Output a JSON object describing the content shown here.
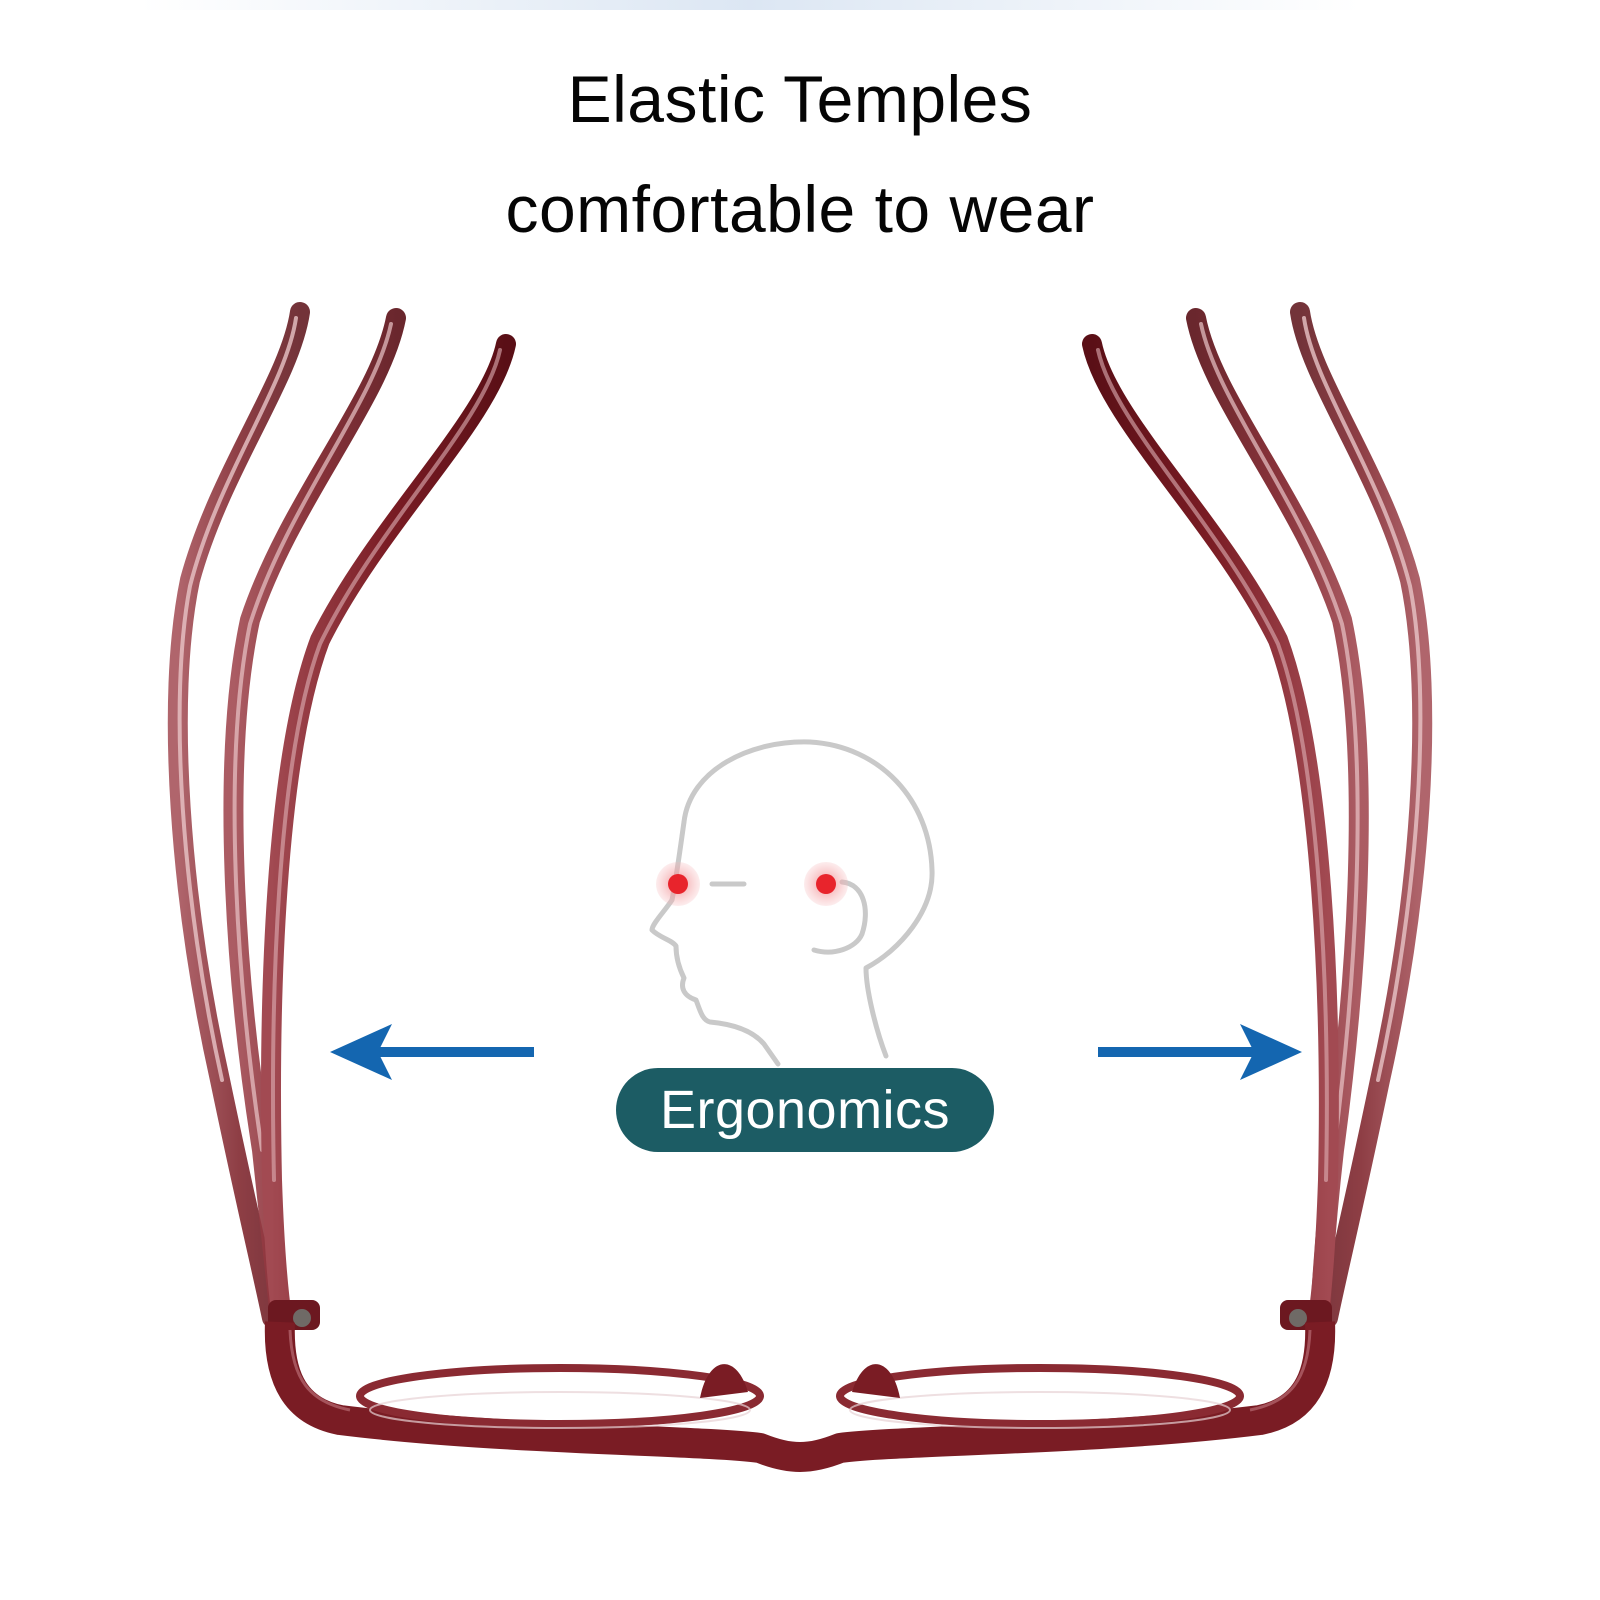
{
  "headline": {
    "line1": "Elastic Temples",
    "line2": "comfortable to wear"
  },
  "badge": {
    "label": "Ergonomics"
  },
  "colors": {
    "frame": "#7a1c24",
    "frame_highlight": "#c87d84",
    "arrow": "#1466b0",
    "badge": "#1c5c64",
    "head_outline": "#c9c9c9",
    "pressure_point": "#e8242c"
  },
  "icons": {
    "left_arrow": "arrow-left-icon",
    "right_arrow": "arrow-right-icon",
    "head": "head-profile-icon"
  }
}
